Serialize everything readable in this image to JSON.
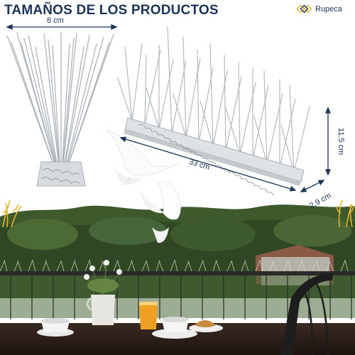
{
  "title": "TAMAÑOS DE LOS PRODUCTOS",
  "brand": {
    "name": "Rupeca",
    "icon": "rupeca-logo-icon"
  },
  "dimensions": {
    "width_top": "8 cm",
    "length": "33 cm",
    "height": "11.5 cm",
    "base_width": "2.9 cm"
  },
  "colors": {
    "title": "#1b3358",
    "dimension_lines": "#1b3358",
    "spike_metal": "#b9bec4",
    "accent_wheat": "#e6b52b"
  }
}
